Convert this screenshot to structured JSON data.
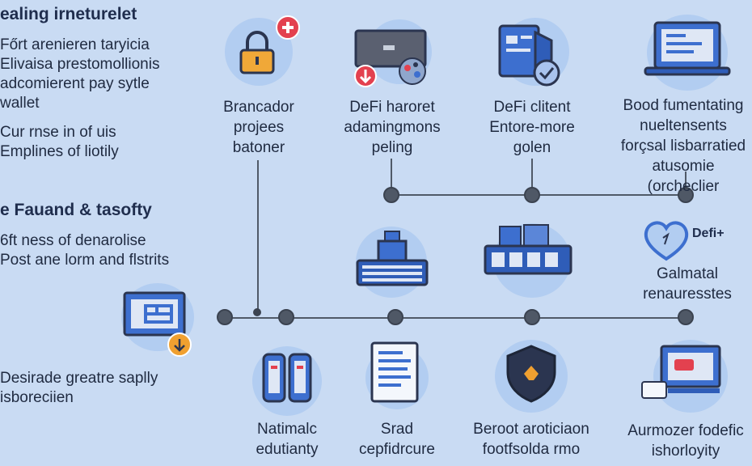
{
  "left": {
    "heading1": "ealing irneturelet",
    "para1": "Főrt arenieren taryicia\nElivaisa prestomollionis\nadcomierent pay sytle\nwallet",
    "para2": "Cur rnse in of uis\nEmplines of liotily",
    "heading2": "e Fauand & tasofty",
    "para3": "6ft ness of denarolise\nPost ane lorm and flstrits",
    "para4": "Desirade greatre saplly\nisboreciien"
  },
  "nodes": {
    "top": [
      {
        "icon": "padlock-icon",
        "caption": "Brancador\nprojees\nbatoner"
      },
      {
        "icon": "card-reader-icon",
        "caption": "DeFi haroret\nadamingmons\npeling"
      },
      {
        "icon": "wallet-shield-icon",
        "caption": "DeFi clitent\nEntore-more\ngolen"
      },
      {
        "icon": "laptop-icon",
        "caption": "Bood fumentating\nnueltensents\nforçsal lisbarratied\natusomie (orcheclier"
      }
    ],
    "middle": [
      {
        "icon": "keyboard-device-icon",
        "caption": ""
      },
      {
        "icon": "server-stack-icon",
        "caption": ""
      },
      {
        "icon": "heart-shield-icon",
        "caption": "Galmatal\nrenauresstes",
        "badge": "Defi+"
      }
    ],
    "bottom": [
      {
        "icon": "phone-pair-icon",
        "caption": "Natimalc\nedutianty"
      },
      {
        "icon": "document-icon",
        "caption": "Srad\ncepfidrcure"
      },
      {
        "icon": "shield-icon",
        "caption": "Beroot aroticiaon\nfootfsolda rmo"
      },
      {
        "icon": "monitor-card-icon",
        "caption": "Aurmozer fodefic\nishorloyity"
      }
    ],
    "left": {
      "icon": "window-download-icon"
    }
  },
  "colors": {
    "background": "#c9dbf3",
    "circle": "#b2cdf1",
    "accent_red": "#e3414f",
    "accent_orange": "#f0a030",
    "icon_blue": "#3d6fcf",
    "line": "#505a68"
  }
}
